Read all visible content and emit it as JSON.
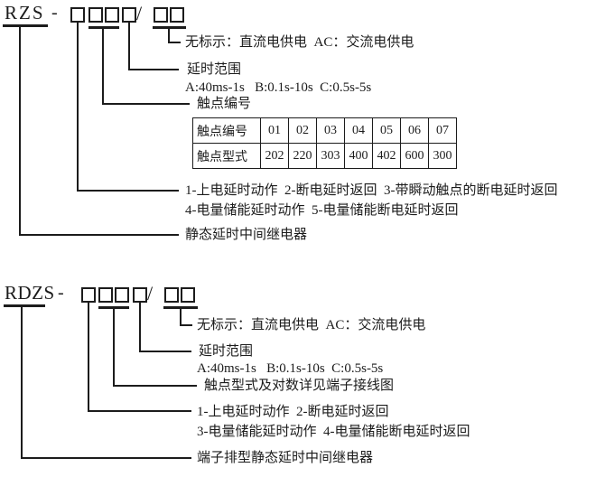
{
  "colors": {
    "ink": "#1c1c1c",
    "paper": "#ffffff"
  },
  "sections": [
    {
      "model": "RZS",
      "separator": "-",
      "slash": "/",
      "labels": {
        "power": "无标示：直流电供电  AC：交流电供电",
        "delay_title": "延时范围",
        "delay_options": "A:40ms-1s   B:0.1s-10s  C:0.5s-5s",
        "contact_number": "触点编号",
        "function_line1": "1-上电延时动作  2-断电延时返回  3-带瞬动触点的断电延时返回",
        "function_line2": "4-电量储能延时动作  5-电量储能断电延时返回",
        "product": "静态延时中间继电器"
      },
      "table": {
        "rows": [
          [
            "触点编号",
            "01",
            "02",
            "03",
            "04",
            "05",
            "06",
            "07"
          ],
          [
            "触点型式",
            "202",
            "220",
            "303",
            "400",
            "402",
            "600",
            "300"
          ]
        ]
      }
    },
    {
      "model": "RDZS",
      "separator": "-",
      "slash": "/",
      "labels": {
        "power": "无标示：直流电供电  AC：交流电供电",
        "delay_title": "延时范围",
        "delay_options": "A:40ms-1s   B:0.1s-10s  C:0.5s-5s",
        "contact_type": "触点型式及对数详见端子接线图",
        "function_line1": "1-上电延时动作  2-断电延时返回",
        "function_line2": "3-电量储能延时动作  4-电量储能断电延时返回",
        "product": "端子排型静态延时中间继电器"
      }
    }
  ]
}
